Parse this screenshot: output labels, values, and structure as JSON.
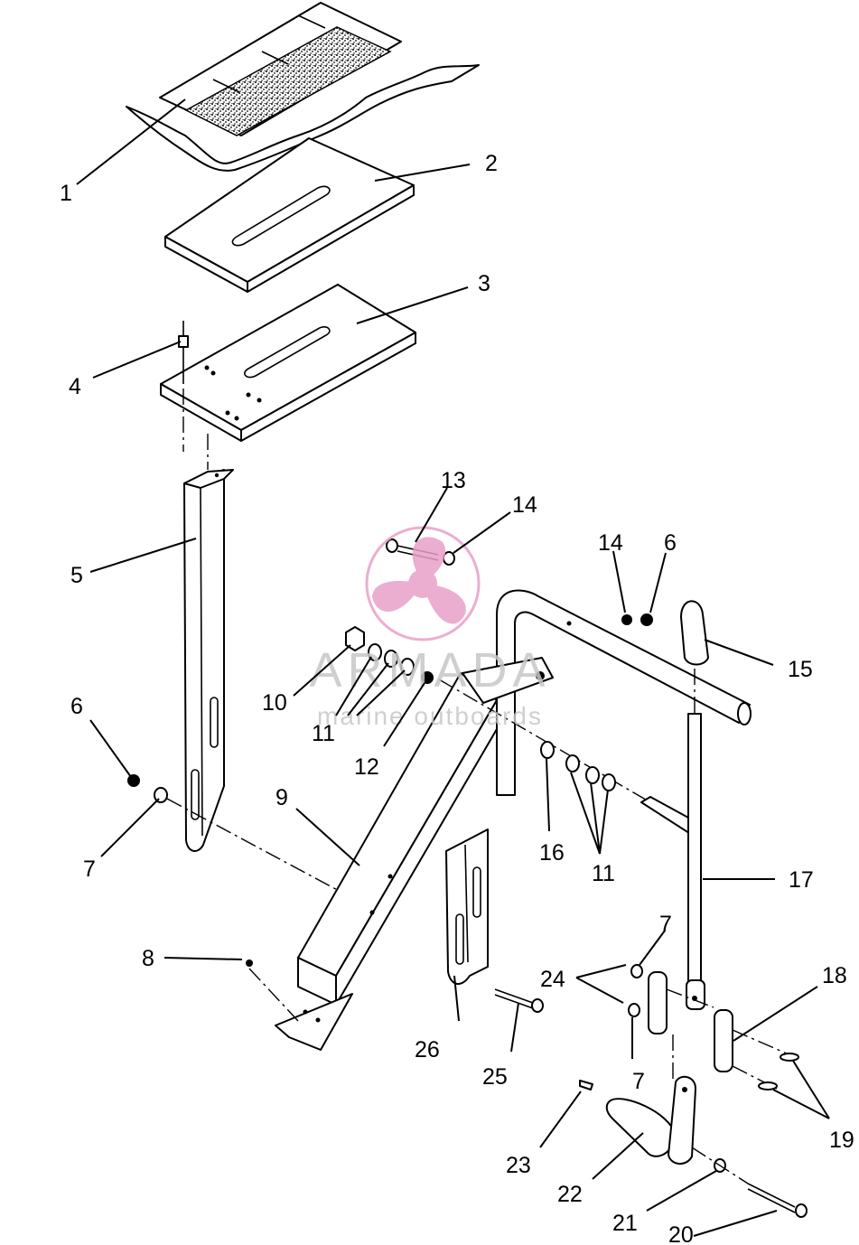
{
  "watermark": {
    "brand": "ARMADA",
    "tagline": "marine outboards",
    "logo_icon": "propeller-icon",
    "logo_color": "#e8a0c8"
  },
  "callouts": {
    "c1": "1",
    "c2": "2",
    "c3": "3",
    "c4": "4",
    "c5": "5",
    "c6a": "6",
    "c6b": "6",
    "c7a": "7",
    "c7b": "7",
    "c7c": "7",
    "c8": "8",
    "c9": "9",
    "c10": "10",
    "c11a": "11",
    "c11b": "11",
    "c12": "12",
    "c13": "13",
    "c14a": "14",
    "c14b": "14",
    "c15": "15",
    "c16": "16",
    "c17": "17",
    "c18": "18",
    "c19": "19",
    "c20": "20",
    "c21": "21",
    "c22": "22",
    "c23": "23",
    "c24": "24",
    "c25": "25",
    "c26": "26"
  }
}
